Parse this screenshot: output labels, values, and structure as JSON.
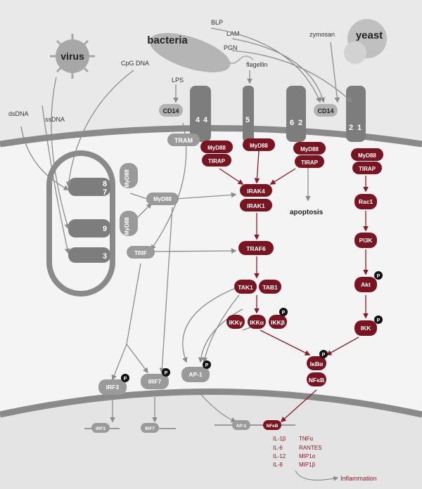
{
  "pathogens": {
    "virus": "virus",
    "bacteria": "bacteria",
    "yeast": "yeast"
  },
  "ligands": {
    "blp": "BLP",
    "lam": "LAM",
    "pgn": "PGN",
    "zymosan": "zymosan",
    "flagellin": "flagellin",
    "lps": "LPS",
    "cpg_dna": "CpG DNA",
    "dsdna": "dsDNA",
    "ssdna": "ssDNA"
  },
  "receptors": {
    "cd14_left": "CD14",
    "cd14_right": "CD14",
    "tlr4_a": "4",
    "tlr4_b": "4",
    "tlr5": "5",
    "tlr6": "6",
    "tlr2_a": "2",
    "tlr2_b": "2",
    "tlr1": "1",
    "tlr8": "8",
    "tlr7": "7",
    "tlr9": "9",
    "tlr3": "3"
  },
  "adaptors": {
    "tram": "TRAM",
    "myd88": "MyD88",
    "tirap": "TIRAP",
    "trif": "TRIF"
  },
  "kinases": {
    "irak4": "IRAK4",
    "irak1": "IRAK1",
    "traf6": "TRAF6",
    "tak1": "TAK1",
    "tab1": "TAB1",
    "ikk_gamma": "IKKγ",
    "ikk_alpha": "IKKα",
    "ikk_beta": "IKKβ",
    "rac1": "Rac1",
    "pi3k": "PI3K",
    "akt": "Akt",
    "ikk": "IKK",
    "ikb_alpha": "IκBα",
    "nfkb": "NFκB"
  },
  "transcription": {
    "irf3": "IRF3",
    "irf7": "IRF7",
    "ap1": "AP-1",
    "nfkb": "NFκB",
    "phospho": "P"
  },
  "outputs": {
    "apoptosis": "apoptosis",
    "genes": [
      "IL-1β",
      "TNFα",
      "IL-6",
      "RANTES",
      "IL-12",
      "MIP1α",
      "IL-8",
      "MIP1β"
    ],
    "inflammation": "Inflammation"
  },
  "colors": {
    "background": "#e9e9e9",
    "cytoplasm": "#f4f4f4",
    "membrane": "#8a8a8a",
    "receptor": "#7d7d7d",
    "node_red": "#7a1420",
    "node_grey": "#9a9a9a",
    "arrow_grey": "#8c8c8c",
    "arrow_red": "#8a1a26",
    "output_red": "#8a1a26"
  }
}
